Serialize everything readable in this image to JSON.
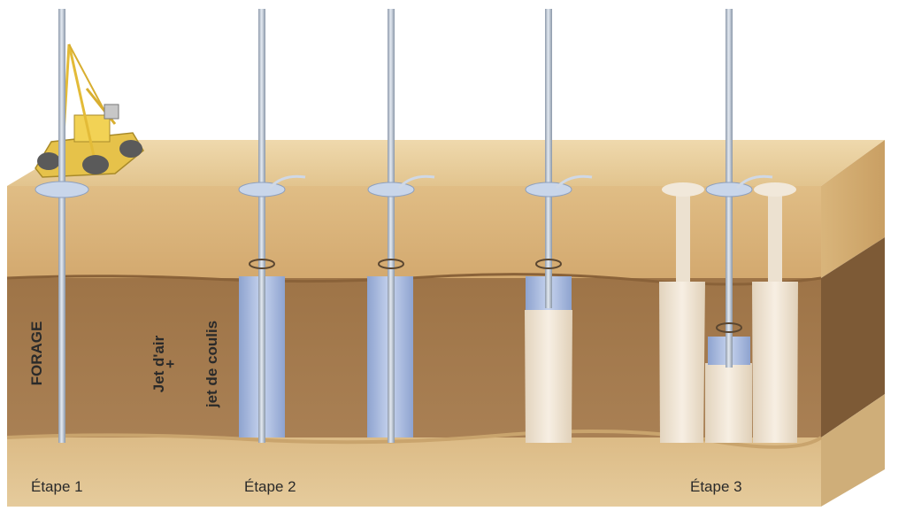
{
  "labels": {
    "forage": "FORAGE",
    "jet_line1": "Jet d'air",
    "jet_plus": "+",
    "jet_line2": "jet de coulis",
    "etape1": "Étape 1",
    "etape2": "Étape 2",
    "etape3": "Étape 3"
  },
  "colors": {
    "sand_top": "#e9cf9c",
    "sand_layer": "#d9b27a",
    "clay_layer": "#a47a4d",
    "bottom_layer": "#dcbb86",
    "pipe": "#b8c4d4",
    "grout_column": "#f1e6d4",
    "jet_blue": "#aebfe0"
  }
}
